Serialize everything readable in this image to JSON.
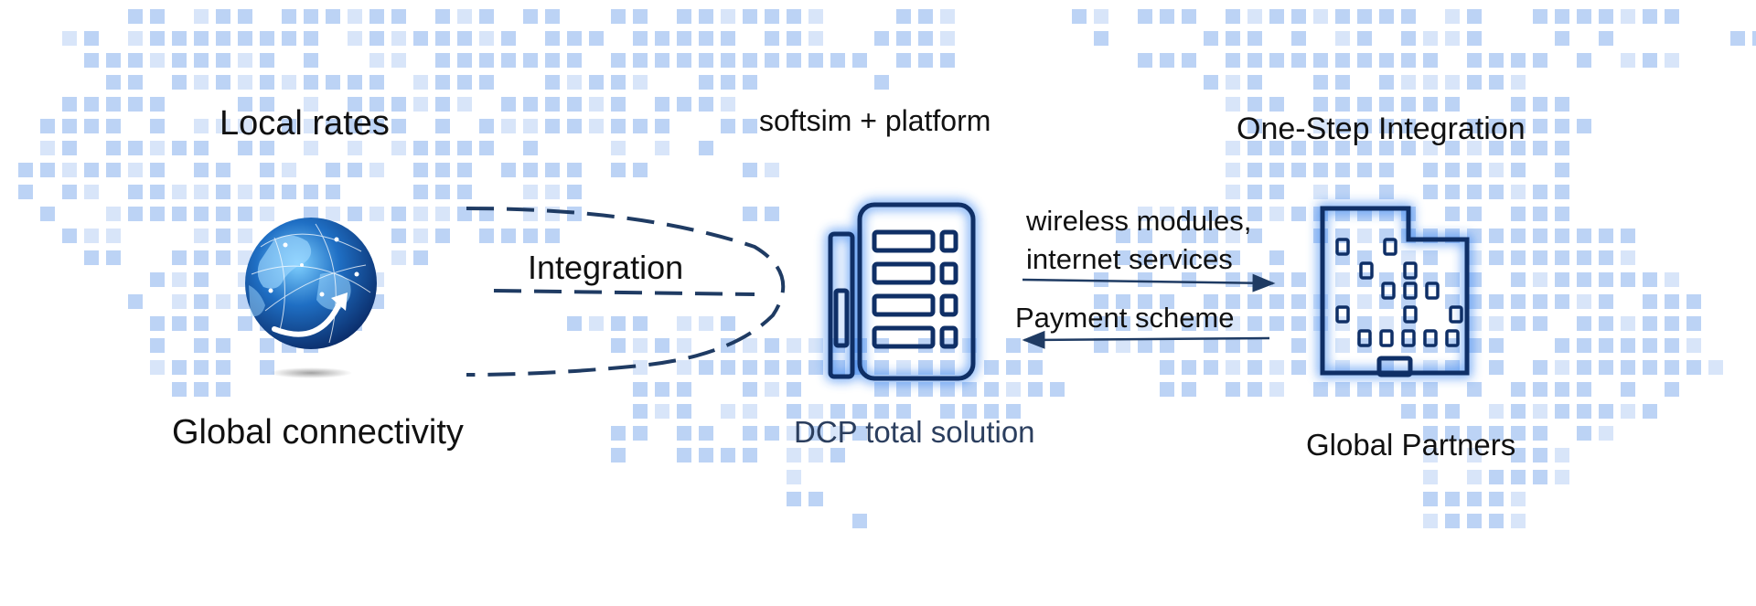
{
  "labels": {
    "local_rates": "Local rates",
    "softsim_platform": "softsim + platform",
    "one_step_integration": "One-Step Integration",
    "integration": "Integration",
    "wireless_modules": "wireless modules,",
    "internet_services": "internet services",
    "payment_scheme": "Payment scheme",
    "global_connectivity": "Global connectivity",
    "dcp_total_solution": "DCP total solution",
    "global_partners": "Global Partners"
  },
  "icons": {
    "globe": "globe-icon",
    "device": "sim-platform-device-icon",
    "building": "partner-building-icon"
  },
  "colors": {
    "map_dot": "#bcd3f5",
    "map_dot_light": "#d8e5f9",
    "dashed_line": "#1f3b63",
    "icon_stroke": "#0f2f66",
    "icon_glow": "#2f7ff0",
    "arrow": "#1f3b63",
    "dcp_label": "#2b3e5e"
  }
}
